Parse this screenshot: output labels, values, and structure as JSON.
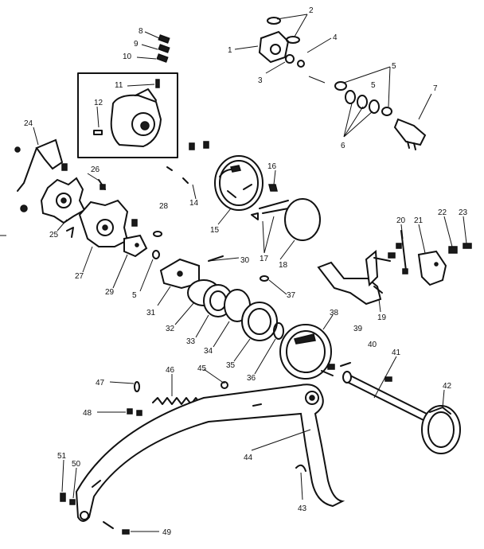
{
  "callouts": [
    {
      "id": "1",
      "label": "1"
    },
    {
      "id": "2",
      "label": "2"
    },
    {
      "id": "3",
      "label": "3"
    },
    {
      "id": "4",
      "label": "4"
    },
    {
      "id": "5a",
      "label": "5"
    },
    {
      "id": "5b",
      "label": "5"
    },
    {
      "id": "6",
      "label": "6"
    },
    {
      "id": "7",
      "label": "7"
    },
    {
      "id": "8",
      "label": "8"
    },
    {
      "id": "9",
      "label": "9"
    },
    {
      "id": "10",
      "label": "10"
    },
    {
      "id": "11",
      "label": "11"
    },
    {
      "id": "12",
      "label": "12"
    },
    {
      "id": "14",
      "label": "14"
    },
    {
      "id": "15",
      "label": "15"
    },
    {
      "id": "16",
      "label": "16"
    },
    {
      "id": "17",
      "label": "17"
    },
    {
      "id": "18",
      "label": "18"
    },
    {
      "id": "19",
      "label": "19"
    },
    {
      "id": "20",
      "label": "20"
    },
    {
      "id": "21",
      "label": "21"
    },
    {
      "id": "22",
      "label": "22"
    },
    {
      "id": "23",
      "label": "23"
    },
    {
      "id": "24",
      "label": "24"
    },
    {
      "id": "25",
      "label": "25"
    },
    {
      "id": "26",
      "label": "26"
    },
    {
      "id": "27",
      "label": "27"
    },
    {
      "id": "28",
      "label": "28"
    },
    {
      "id": "29",
      "label": "29"
    },
    {
      "id": "30",
      "label": "30"
    },
    {
      "id": "31",
      "label": "31"
    },
    {
      "id": "32",
      "label": "32"
    },
    {
      "id": "33",
      "label": "33"
    },
    {
      "id": "34",
      "label": "34"
    },
    {
      "id": "35",
      "label": "35"
    },
    {
      "id": "36",
      "label": "36"
    },
    {
      "id": "37",
      "label": "37"
    },
    {
      "id": "38",
      "label": "38"
    },
    {
      "id": "39",
      "label": "39"
    },
    {
      "id": "40",
      "label": "40"
    },
    {
      "id": "41",
      "label": "41"
    },
    {
      "id": "42",
      "label": "42"
    },
    {
      "id": "43",
      "label": "43"
    },
    {
      "id": "44",
      "label": "44"
    },
    {
      "id": "45",
      "label": "45"
    },
    {
      "id": "46",
      "label": "46"
    },
    {
      "id": "47",
      "label": "47"
    },
    {
      "id": "48",
      "label": "48"
    },
    {
      "id": "49",
      "label": "49"
    },
    {
      "id": "50",
      "label": "50"
    },
    {
      "id": "51",
      "label": "51"
    }
  ],
  "colors": {
    "ink": "#111111",
    "paper": "#ffffff"
  }
}
